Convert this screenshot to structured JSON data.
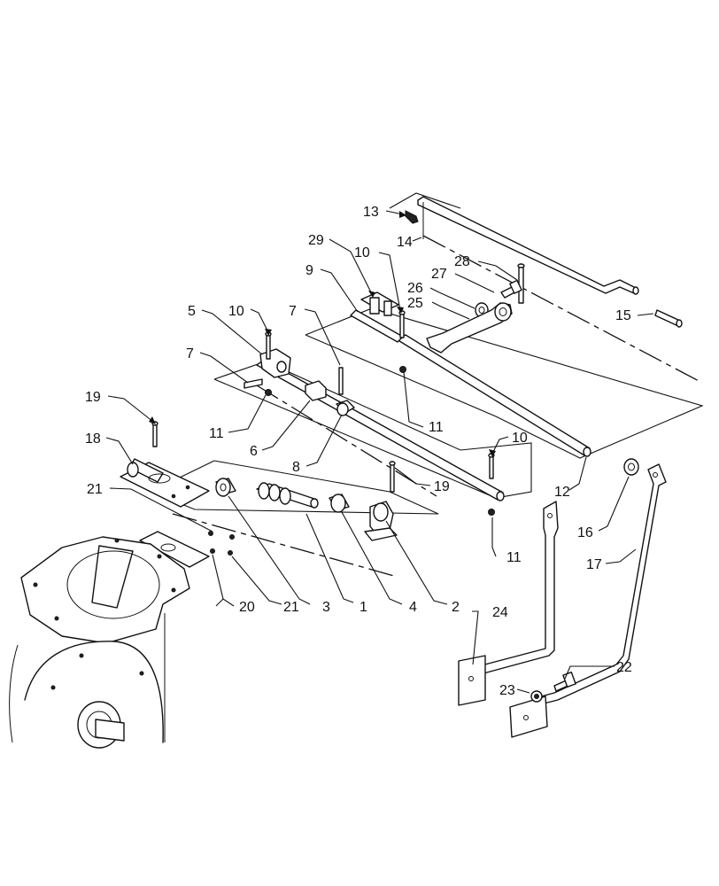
{
  "diagram": {
    "callouts": [
      {
        "id": "c13",
        "label": "13"
      },
      {
        "id": "c14",
        "label": "14"
      },
      {
        "id": "c29",
        "label": "29"
      },
      {
        "id": "c10a",
        "label": "10"
      },
      {
        "id": "c28",
        "label": "28"
      },
      {
        "id": "c9",
        "label": "9"
      },
      {
        "id": "c27",
        "label": "27"
      },
      {
        "id": "c26",
        "label": "26"
      },
      {
        "id": "c25",
        "label": "25"
      },
      {
        "id": "c15",
        "label": "15"
      },
      {
        "id": "c5",
        "label": "5"
      },
      {
        "id": "c10b",
        "label": "10"
      },
      {
        "id": "c7a",
        "label": "7"
      },
      {
        "id": "c7b",
        "label": "7"
      },
      {
        "id": "c19a",
        "label": "19"
      },
      {
        "id": "c11a",
        "label": "11"
      },
      {
        "id": "c11b",
        "label": "11"
      },
      {
        "id": "c6",
        "label": "6"
      },
      {
        "id": "c10c",
        "label": "10"
      },
      {
        "id": "c18",
        "label": "18"
      },
      {
        "id": "c8",
        "label": "8"
      },
      {
        "id": "c19b",
        "label": "19"
      },
      {
        "id": "c12",
        "label": "12"
      },
      {
        "id": "c16",
        "label": "16"
      },
      {
        "id": "c21a",
        "label": "21"
      },
      {
        "id": "c11c",
        "label": "11"
      },
      {
        "id": "c17",
        "label": "17"
      },
      {
        "id": "c20",
        "label": "20"
      },
      {
        "id": "c21b",
        "label": "21"
      },
      {
        "id": "c3",
        "label": "3"
      },
      {
        "id": "c1",
        "label": "1"
      },
      {
        "id": "c4",
        "label": "4"
      },
      {
        "id": "c2",
        "label": "2"
      },
      {
        "id": "c24",
        "label": "24"
      },
      {
        "id": "c22",
        "label": "22"
      },
      {
        "id": "c23",
        "label": "23"
      }
    ]
  }
}
